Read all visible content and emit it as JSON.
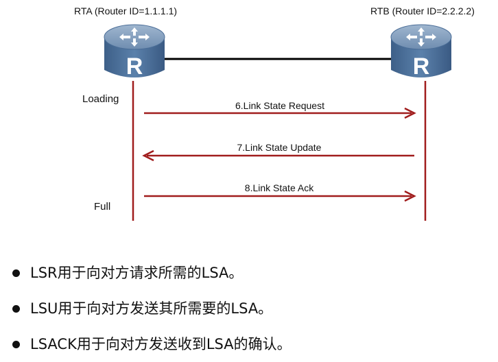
{
  "routers": {
    "a": {
      "label": "RTA  (Router ID=1.1.1.1)",
      "glyph": "R",
      "icon": "router-icon"
    },
    "b": {
      "label": "RTB  (Router ID=2.2.2.2)",
      "glyph": "R",
      "icon": "router-icon"
    }
  },
  "states": {
    "loading": "Loading",
    "full": "Full"
  },
  "messages": [
    {
      "label": "6.Link State Request",
      "direction": "right"
    },
    {
      "label": "7.Link State Update",
      "direction": "left"
    },
    {
      "label": "8.Link State Ack",
      "direction": "right"
    }
  ],
  "bullets": [
    "LSR用于向对方请求所需的LSA。",
    "LSU用于向对方发送其所需要的LSA。",
    "LSACK用于向对方发送收到LSA的确认。"
  ],
  "colors": {
    "arrow": "#a01c1c",
    "lifeline": "#a01c1c",
    "link": "#000000",
    "router_top": "#7f9ab8",
    "router_body": "#4a6d97",
    "router_glyph": "#ffffff"
  }
}
